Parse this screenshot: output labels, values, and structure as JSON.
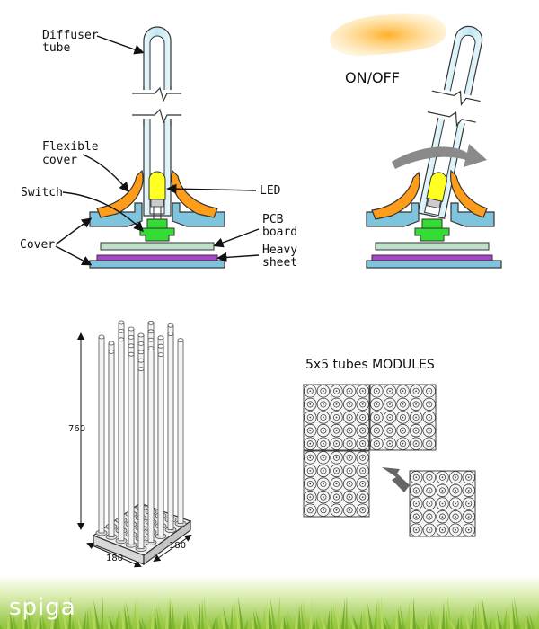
{
  "left_diagram": {
    "labels": {
      "diffuser_tube_1": "Diffuser",
      "diffuser_tube_2": "tube",
      "flexible_cover_1": "Flexible",
      "flexible_cover_2": "cover",
      "switch": "Switch",
      "cover": "Cover",
      "led": "LED",
      "pcb_board_1": "PCB",
      "pcb_board_2": "board",
      "heavy_sheet_1": "Heavy",
      "heavy_sheet_2": "sheet"
    }
  },
  "right_diagram": {
    "on_off": "ON/OFF"
  },
  "tube_array": {
    "height": "760",
    "width": "180",
    "depth": "180"
  },
  "modules": {
    "title": "5x5 tubes MODULES"
  },
  "brand": {
    "name": "spiga"
  },
  "colors": {
    "tube": "#bfe7f2",
    "led": "#ffff22",
    "switch": "#33dd33",
    "cover_orange": "#ff9900",
    "cover_blue": "#7ec4dc",
    "pcb": "#bfe0c8",
    "heavy_sheet": "#aa44cc",
    "grass": "#9acc3a"
  },
  "icons": [
    "finger-icon",
    "rotation-arrow-icon",
    "insert-arrow-icon"
  ]
}
